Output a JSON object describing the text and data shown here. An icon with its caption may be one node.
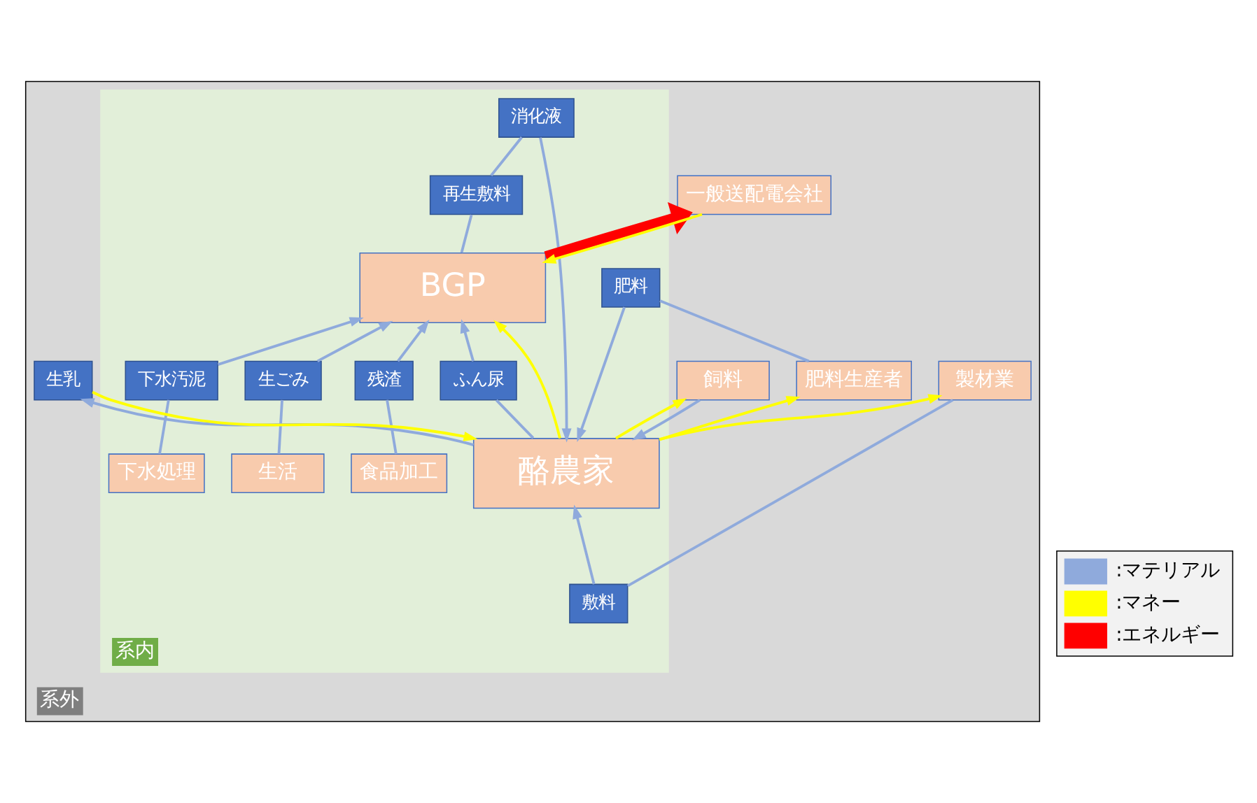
{
  "diagram": {
    "nodes": [
      {
        "text": [
          "系外"
        ]
      },
      {
        "text": [
          "系内"
        ],
        "in": 0
      },
      {
        "text": [
          "生乳"
        ],
        "in": 0
      },
      {
        "text": [
          "製材業"
        ],
        "in": 0
      },
      {
        "text": [
          "敷料"
        ],
        "in": 1
      },
      {
        "text": [
          "酪農家"
        ],
        "in": 1
      },
      {
        "text": [
          "飼料"
        ],
        "in": 0
      },
      {
        "text": [
          "肥料"
        ],
        "in": 1
      },
      {
        "text": [
          "肥料生産者"
        ],
        "in": 0
      },
      {
        "text": [
          "一般送配電会社"
        ],
        "in": 0
      },
      {
        "text": [
          "消化液"
        ],
        "in": 1
      },
      {
        "text": [
          "再生敷料"
        ],
        "in": 1
      },
      {
        "text": [
          "ふん尿"
        ],
        "in": 1
      },
      {
        "text": [
          "BGP"
        ],
        "in": 1
      },
      {
        "text": [
          "下水汚泥"
        ],
        "in": 1
      },
      {
        "text": [
          "残渣"
        ],
        "in": 1
      },
      {
        "text": [
          "生ごみ"
        ],
        "in": 1
      },
      {
        "text": [
          "下水処理"
        ],
        "in": 1
      },
      {
        "text": [
          "食品加工"
        ],
        "in": 1
      },
      {
        "text": [
          "生活"
        ],
        "in": 1
      }
    ],
    "edges": [
      {
        "from": 5,
        "to": 2,
        "arrow": "to"
      },
      {
        "from": 2,
        "to": 5,
        "arrow": "to",
        "color": "#ffff00"
      },
      {
        "from": 5,
        "to": 6,
        "arrow": "to",
        "color": "#ffff00"
      },
      {
        "from": 6,
        "to": 5,
        "arrow": "to"
      },
      {
        "from": 3,
        "to": 4,
        "arrow": "none"
      },
      {
        "from": 4,
        "to": 5,
        "arrow": "to"
      },
      {
        "from": 5,
        "to": 3,
        "arrow": "to",
        "color": "#ffff00"
      },
      {
        "from": 8,
        "to": 7,
        "arrow": "none"
      },
      {
        "from": 7,
        "to": 5,
        "arrow": "to"
      },
      {
        "from": 5,
        "to": 8,
        "arrow": "to",
        "color": "#ffff00"
      },
      {
        "from": 5,
        "to": 12,
        "arrow": "none"
      },
      {
        "from": 12,
        "to": 13,
        "arrow": "to"
      },
      {
        "from": 13,
        "to": 11,
        "arrow": "none"
      },
      {
        "from": 11,
        "to": 10,
        "arrow": "none"
      },
      {
        "from": 10,
        "to": 5,
        "arrow": "to"
      },
      {
        "from": 5,
        "to": 13,
        "arrow": "to",
        "color": "#ffff00"
      },
      {
        "from": 9,
        "to": 13,
        "arrow": "to",
        "color": "#ffff00"
      },
      {
        "from": 13,
        "to": 9,
        "arrow": "to",
        "style": "thick",
        "color": "#ff0000"
      },
      {
        "from": 17,
        "to": 14,
        "arrow": "none"
      },
      {
        "from": 14,
        "to": 13,
        "arrow": "to"
      },
      {
        "from": 18,
        "to": 15,
        "arrow": "none"
      },
      {
        "from": 15,
        "to": 13,
        "arrow": "to"
      },
      {
        "from": 19,
        "to": 16,
        "arrow": "none"
      },
      {
        "from": 16,
        "to": 13,
        "arrow": "to"
      }
    ],
    "legend": [
      {
        "text": ":マテリアル",
        "color": "#8faadc"
      },
      {
        "text": ":マネー",
        "color": "#ffff00"
      },
      {
        "text": ":エネルギー",
        "color": "#ff0000"
      }
    ]
  }
}
